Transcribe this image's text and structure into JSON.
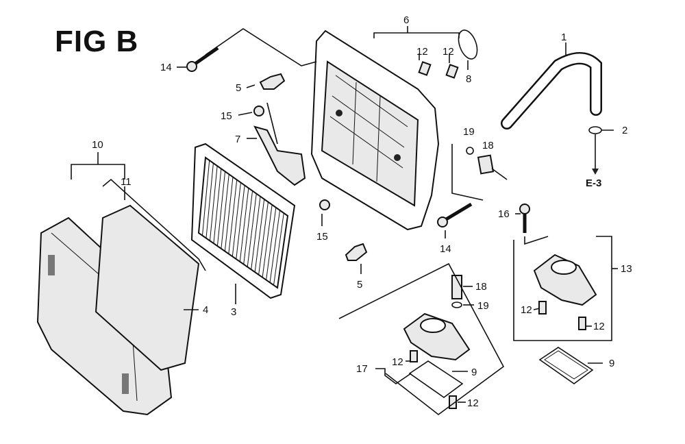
{
  "figure": {
    "title": "FIG B",
    "reference": "E-3"
  },
  "callouts": [
    {
      "id": "c1",
      "text": "1"
    },
    {
      "id": "c2",
      "text": "2"
    },
    {
      "id": "c3",
      "text": "3"
    },
    {
      "id": "c4",
      "text": "4"
    },
    {
      "id": "c5a",
      "text": "5"
    },
    {
      "id": "c5b",
      "text": "5"
    },
    {
      "id": "c6",
      "text": "6"
    },
    {
      "id": "c7",
      "text": "7"
    },
    {
      "id": "c8",
      "text": "8"
    },
    {
      "id": "c9a",
      "text": "9"
    },
    {
      "id": "c9b",
      "text": "9"
    },
    {
      "id": "c10",
      "text": "10"
    },
    {
      "id": "c11",
      "text": "11"
    },
    {
      "id": "c12a",
      "text": "12"
    },
    {
      "id": "c12b",
      "text": "12"
    },
    {
      "id": "c12c",
      "text": "12"
    },
    {
      "id": "c12d",
      "text": "12"
    },
    {
      "id": "c12e",
      "text": "12"
    },
    {
      "id": "c12f",
      "text": "12"
    },
    {
      "id": "c13",
      "text": "13"
    },
    {
      "id": "c14a",
      "text": "14"
    },
    {
      "id": "c14b",
      "text": "14"
    },
    {
      "id": "c15a",
      "text": "15"
    },
    {
      "id": "c15b",
      "text": "15"
    },
    {
      "id": "c16",
      "text": "16"
    },
    {
      "id": "c17",
      "text": "17"
    },
    {
      "id": "c18a",
      "text": "18"
    },
    {
      "id": "c18b",
      "text": "18"
    },
    {
      "id": "c19a",
      "text": "19"
    },
    {
      "id": "c19b",
      "text": "19"
    }
  ]
}
